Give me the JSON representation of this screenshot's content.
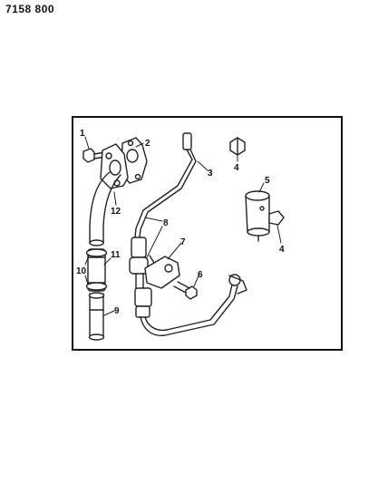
{
  "header": {
    "part_code": "7158 800"
  },
  "callouts": [
    {
      "id": "1",
      "label": "1"
    },
    {
      "id": "2",
      "label": "2"
    },
    {
      "id": "3",
      "label": "3"
    },
    {
      "id": "4a",
      "label": "4"
    },
    {
      "id": "4b",
      "label": "4"
    },
    {
      "id": "5",
      "label": "5"
    },
    {
      "id": "6",
      "label": "6"
    },
    {
      "id": "7",
      "label": "7"
    },
    {
      "id": "8",
      "label": "8"
    },
    {
      "id": "9",
      "label": "9"
    },
    {
      "id": "10",
      "label": "10"
    },
    {
      "id": "11",
      "label": "11"
    },
    {
      "id": "12",
      "label": "12"
    }
  ]
}
